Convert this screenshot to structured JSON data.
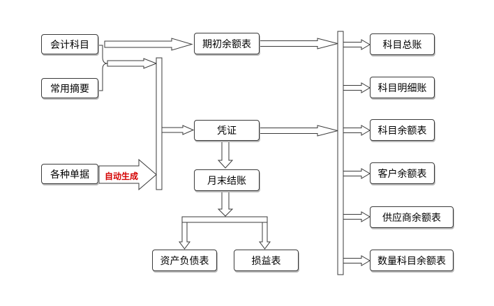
{
  "nodes": {
    "accounting_subjects": "会计科目",
    "common_summary": "常用摘要",
    "various_documents": "各种单据",
    "opening_balance": "期初余额表",
    "voucher": "凭证",
    "month_end_closing": "月末结账",
    "balance_sheet": "资产负债表",
    "income_statement": "损益表",
    "general_ledger": "科目总账",
    "detail_ledger": "科目明细账",
    "subject_balance": "科目余额表",
    "customer_balance": "客户余额表",
    "supplier_balance": "供应商余额表",
    "quantity_subject_balance": "数量科目余额表"
  },
  "labels": {
    "auto_generate": "自动生成"
  },
  "colors": {
    "line": "#3a3a3a",
    "arrow_fill": "#ffffff",
    "shadow": "#b8b8b8",
    "auto_label": "#d40000"
  }
}
